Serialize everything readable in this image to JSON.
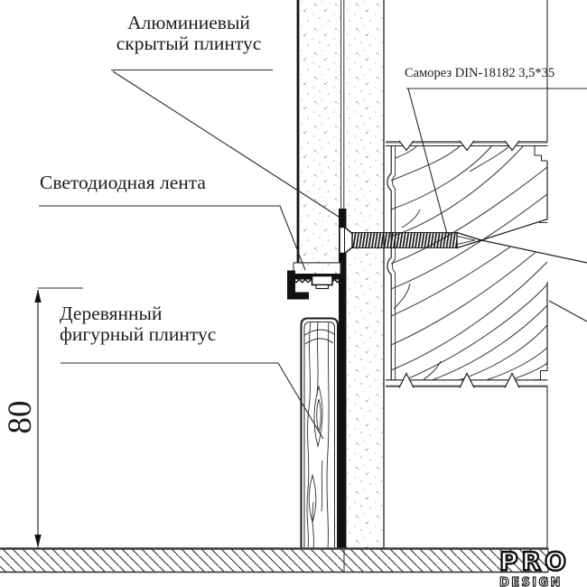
{
  "callouts": {
    "aluminum": {
      "line1": "Алюминиевый",
      "line2": "скрытый плинтус"
    },
    "led": {
      "text": "Светодиодная лента"
    },
    "screw": {
      "text": "Саморез DIN-18182 3,5*35"
    },
    "wood": {
      "line1": "Деревянный",
      "line2": "фигурный плинтус"
    }
  },
  "dimensions": {
    "plinth_height": "80"
  },
  "title_block": {
    "logo_line1": "PRO",
    "logo_line2": "DESIGN"
  },
  "colors": {
    "line": "#1f1f1f",
    "background": "#ffffff",
    "profile_fill": "#111111"
  }
}
